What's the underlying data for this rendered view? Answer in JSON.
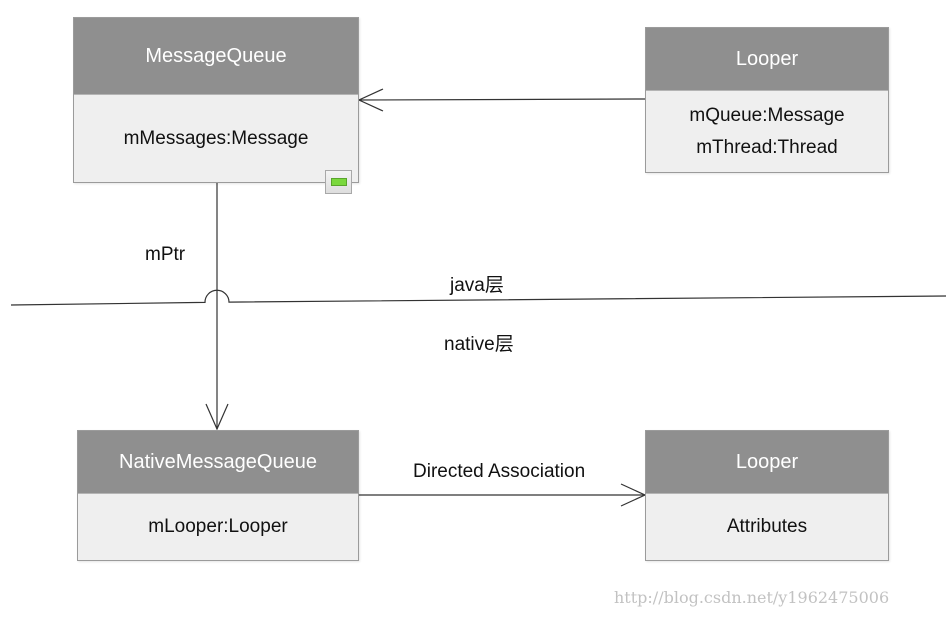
{
  "classes": {
    "message_queue": {
      "name": "MessageQueue",
      "attributes": [
        "mMessages:Message"
      ]
    },
    "looper_java": {
      "name": "Looper",
      "attributes": [
        "mQueue:Message",
        "mThread:Thread"
      ]
    },
    "native_message_queue": {
      "name": "NativeMessageQueue",
      "attributes": [
        "mLooper:Looper"
      ]
    },
    "looper_native": {
      "name": "Looper",
      "attributes": [
        "Attributes"
      ]
    }
  },
  "labels": {
    "mptr": "mPtr",
    "java_layer": "java层",
    "native_layer": "native层",
    "association": "Directed Association"
  },
  "watermark": "http://blog.csdn.net/y1962475006",
  "colors": {
    "header_fill": "#8f8f8f",
    "body_fill": "#efefef",
    "border": "#9b9b9b",
    "line": "#222222",
    "icon_green": "#7ad83d",
    "watermark": "#c2c2c2"
  }
}
